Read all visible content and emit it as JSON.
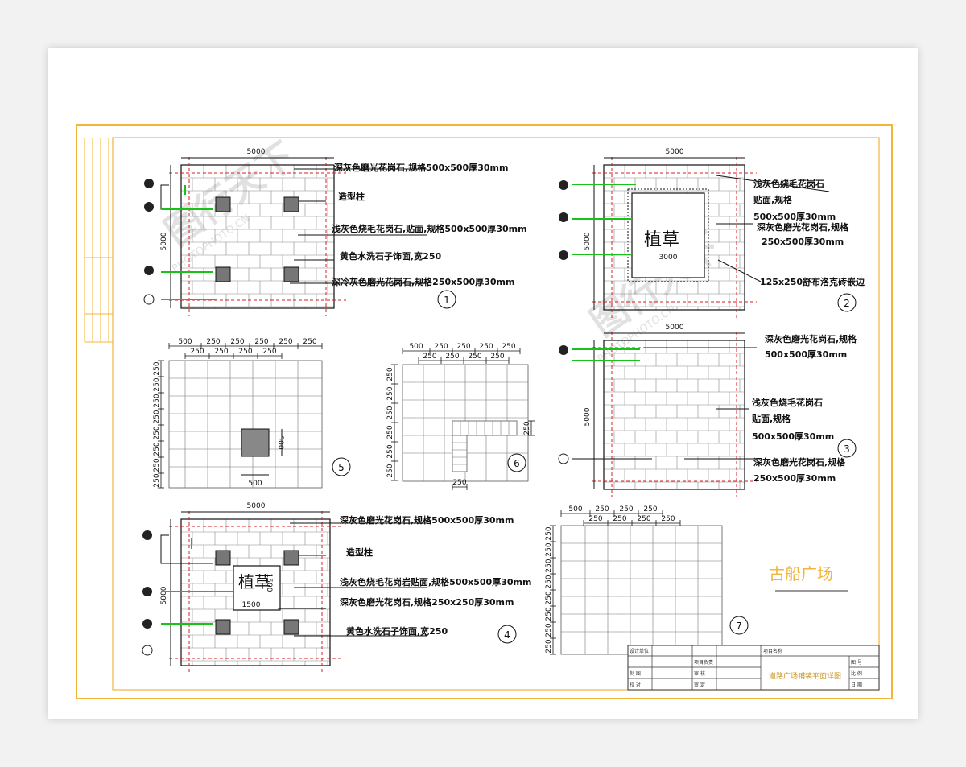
{
  "watermark": {
    "brand": "图行天下",
    "sub": "PHOTOPHOTO.CN"
  },
  "title": {
    "text": "古船广场"
  },
  "panels": [
    {
      "id": "1",
      "dim_top": "5000",
      "dim_left": "5000",
      "labels": [
        "深灰色磨光花岗石,规格500x500厚30mm",
        "造型柱",
        "浅灰色烧毛花岗石,贴面,规格500x500厚30mm",
        "黄色水洗石子饰面,宽250",
        "深冷灰色磨光花岗石,规格250x500厚30mm"
      ]
    },
    {
      "id": "2",
      "dim_top": "5000",
      "dim_left": "5000",
      "inner_label": "植草",
      "inner_dim": "3000",
      "labels": [
        "浅灰色烧毛花岗石",
        "贴面,规格",
        "500x500厚30mm",
        "深灰色磨光花岗石,规格",
        "250x500厚30mm",
        "125x250舒布洛克砖嵌边"
      ]
    },
    {
      "id": "3",
      "dim_top": "5000",
      "dim_left": "5000",
      "labels": [
        "深灰色磨光花岗石,规格",
        "500x500厚30mm",
        "浅灰色烧毛花岗石",
        "贴面,规格",
        "500x500厚30mm",
        "深灰色磨光花岗石,规格",
        "250x500厚30mm"
      ]
    },
    {
      "id": "4",
      "dim_top": "5000",
      "dim_left": "5000",
      "inner_label": "植草",
      "inner_dim": "1500",
      "inner_dim_v": "1500",
      "labels": [
        "深灰色磨光花岗石,规格500x500厚30mm",
        "造型柱",
        "浅灰色烧毛花岗岩贴面,规格500x500厚30mm",
        "深灰色磨光花岗石,规格250x250厚30mm",
        "黄色水洗石子饰面,宽250"
      ]
    },
    {
      "id": "5",
      "top_dims": [
        "500",
        "250",
        "250",
        "250",
        "250",
        "250"
      ],
      "bottom_dims": [
        "250",
        "250",
        "250",
        "250"
      ],
      "left_dims": [
        "250",
        "250",
        "250",
        "250",
        "250",
        "250",
        "250",
        "250"
      ],
      "inner_dim_v": "500",
      "inner_dim_h": "500"
    },
    {
      "id": "6",
      "top_dims": [
        "500",
        "250",
        "250",
        "250",
        "250"
      ],
      "bottom_dims": [
        "250",
        "250",
        "250",
        "250"
      ],
      "left_dims": [
        "250",
        "250",
        "250",
        "250",
        "250",
        "250"
      ],
      "right_dim": "250",
      "foot_dim": "250"
    },
    {
      "id": "7",
      "top_dims": [
        "500",
        "250",
        "250",
        "250"
      ],
      "bottom_dims": [
        "250",
        "250",
        "250",
        "250"
      ],
      "left_dims": [
        "250",
        "250",
        "250",
        "250",
        "250",
        "250",
        "250",
        "250"
      ]
    }
  ],
  "title_block": {
    "project_title": "道路广场铺装平面详图",
    "cells": [
      "设计单位",
      "项目负责",
      "审 核",
      "审 定",
      "制 图",
      "校 对",
      "项目名称",
      "图 号",
      "比 例",
      "日 期"
    ]
  },
  "colors": {
    "frame": "#f2b53a",
    "hatch": "#666666",
    "dash_red": "#d62020",
    "leader_green": "#19c219",
    "line": "#111111"
  }
}
